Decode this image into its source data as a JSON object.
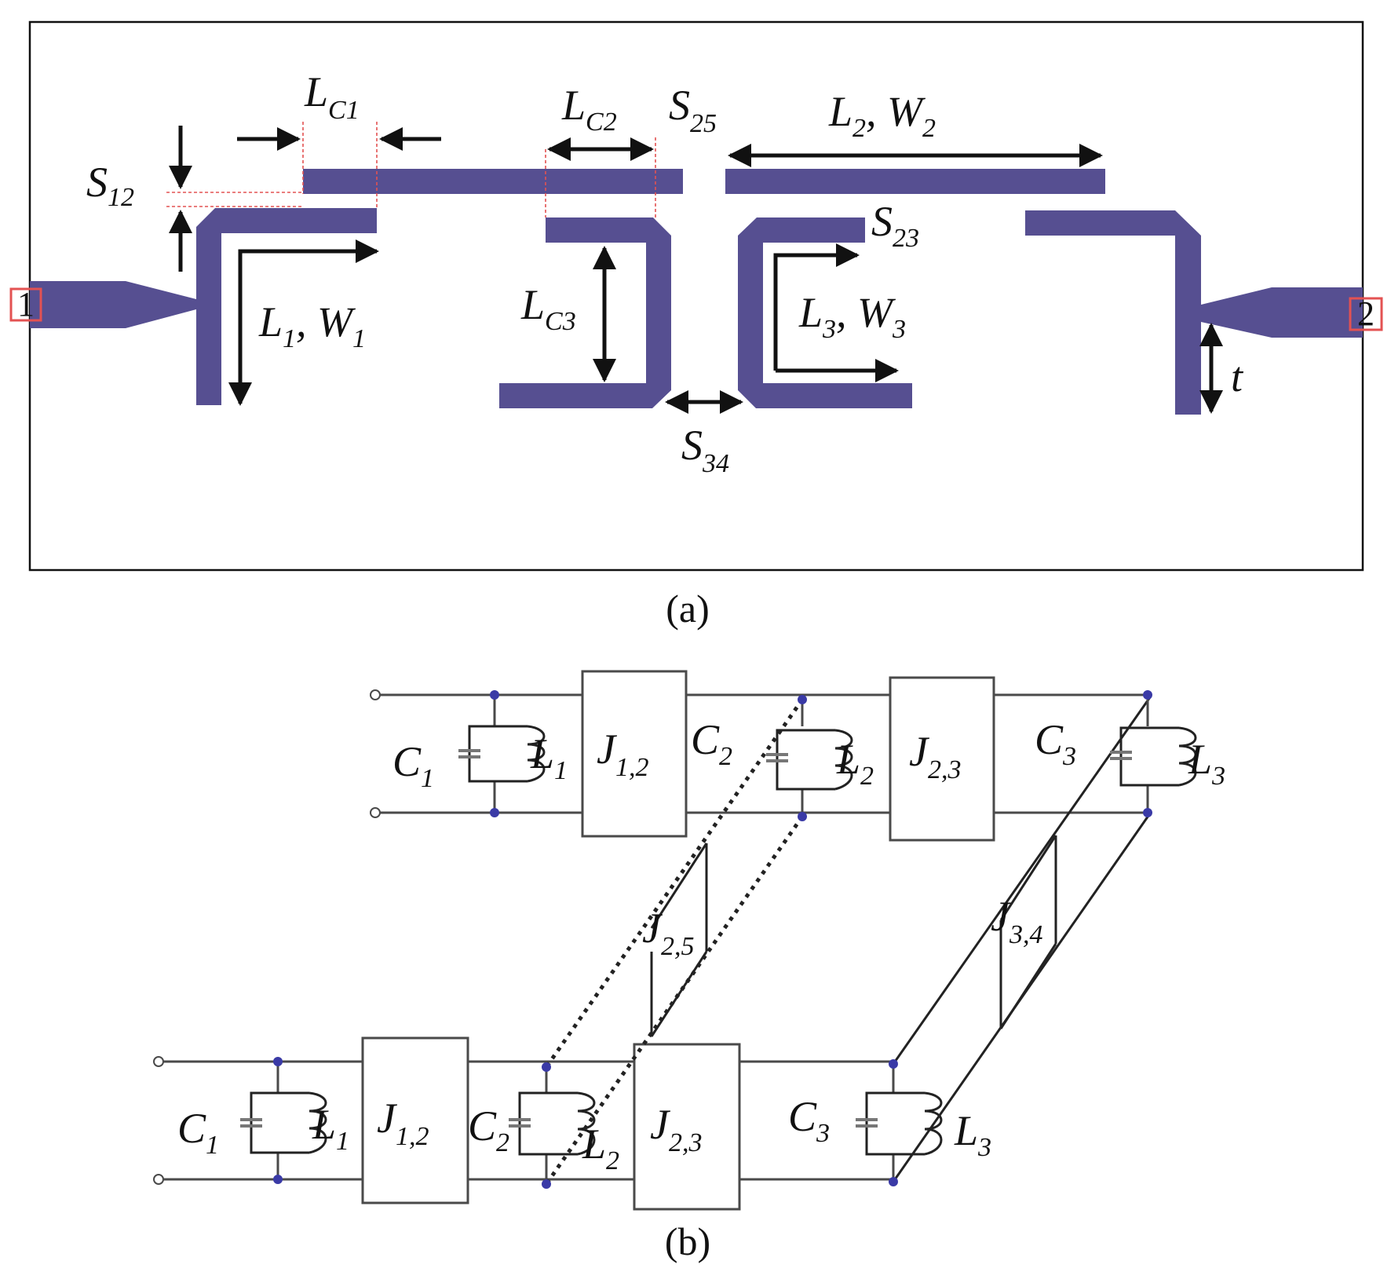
{
  "panel_a": {
    "caption": "(a)",
    "port1": "1",
    "port2": "2",
    "labels": {
      "s12": {
        "main": "S",
        "sub": "12"
      },
      "lc1": {
        "main": "L",
        "sub": "C1"
      },
      "lc2": {
        "main": "L",
        "sub": "C2"
      },
      "s25": {
        "main": "S",
        "sub": "25"
      },
      "l2w2": {
        "main1": "L",
        "sub1": "2",
        "sep": ", ",
        "main2": "W",
        "sub2": "2"
      },
      "l1w1": {
        "main1": "L",
        "sub1": "1",
        "sep": ", ",
        "main2": "W",
        "sub2": "1"
      },
      "lc3": {
        "main": "L",
        "sub": "C3"
      },
      "s23": {
        "main": "S",
        "sub": "23"
      },
      "l3w3": {
        "main1": "L",
        "sub1": "3",
        "sep": ", ",
        "main2": "W",
        "sub2": "3"
      },
      "s34": {
        "main": "S",
        "sub": "34"
      },
      "t": "t"
    },
    "colors": {
      "metal": "#564f91",
      "dimension_line": "#e35252",
      "port_box": "#e35252"
    }
  },
  "panel_b": {
    "caption": "(b)",
    "top": {
      "c1": {
        "main": "C",
        "sub": "1"
      },
      "l1": {
        "main": "L",
        "sub": "1"
      },
      "j12": {
        "main": "J",
        "sub": "1,2"
      },
      "c2": {
        "main": "C",
        "sub": "2"
      },
      "l2": {
        "main": "L",
        "sub": "2"
      },
      "j23": {
        "main": "J",
        "sub": "2,3"
      },
      "c3": {
        "main": "C",
        "sub": "3"
      },
      "l3": {
        "main": "L",
        "sub": "3"
      }
    },
    "middle": {
      "j25": {
        "main": "J",
        "sub": "2,5"
      },
      "j34": {
        "main": "J",
        "sub": "3,4"
      }
    },
    "bottom": {
      "c1": {
        "main": "C",
        "sub": "1"
      },
      "l1": {
        "main": "L",
        "sub": "1"
      },
      "j12": {
        "main": "J",
        "sub": "1,2"
      },
      "c2": {
        "main": "C",
        "sub": "2"
      },
      "l2": {
        "main": "L",
        "sub": "2"
      },
      "j23": {
        "main": "J",
        "sub": "2,3"
      },
      "c3": {
        "main": "C",
        "sub": "3"
      },
      "l3": {
        "main": "L",
        "sub": "3"
      }
    },
    "colors": {
      "node": "#3a3aa6",
      "wire": "#4a4a4a"
    }
  }
}
